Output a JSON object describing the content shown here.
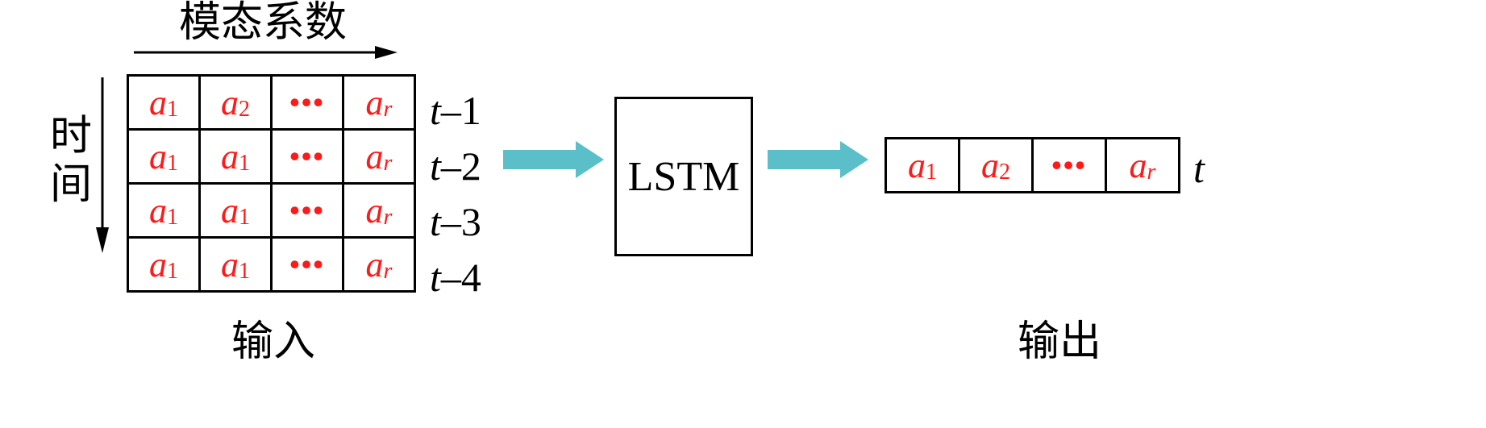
{
  "top_label": "模态系数",
  "side_label_chars": [
    "时",
    "间"
  ],
  "input_label": "输入",
  "output_label": "输出",
  "model_label": "LSTM",
  "input_rows": [
    {
      "cells": [
        {
          "v": "a",
          "s": "1"
        },
        {
          "v": "a",
          "s": "2"
        },
        {
          "v": "•••",
          "s": ""
        },
        {
          "v": "a",
          "s": "r"
        }
      ],
      "time": "t",
      "offset": "–1"
    },
    {
      "cells": [
        {
          "v": "a",
          "s": "1"
        },
        {
          "v": "a",
          "s": "1"
        },
        {
          "v": "•••",
          "s": ""
        },
        {
          "v": "a",
          "s": "r"
        }
      ],
      "time": "t",
      "offset": "–2"
    },
    {
      "cells": [
        {
          "v": "a",
          "s": "1"
        },
        {
          "v": "a",
          "s": "1"
        },
        {
          "v": "•••",
          "s": ""
        },
        {
          "v": "a",
          "s": "r"
        }
      ],
      "time": "t",
      "offset": "–3"
    },
    {
      "cells": [
        {
          "v": "a",
          "s": "1"
        },
        {
          "v": "a",
          "s": "1"
        },
        {
          "v": "•••",
          "s": ""
        },
        {
          "v": "a",
          "s": "r"
        }
      ],
      "time": "t",
      "offset": "–4"
    }
  ],
  "output_row": {
    "cells": [
      {
        "v": "a",
        "s": "1"
      },
      {
        "v": "a",
        "s": "2"
      },
      {
        "v": "•••",
        "s": ""
      },
      {
        "v": "a",
        "s": "r"
      }
    ],
    "time": "t"
  },
  "colors": {
    "cell_text": "#ff1a1a",
    "arrow": "#5bbfca",
    "line": "#000000"
  }
}
